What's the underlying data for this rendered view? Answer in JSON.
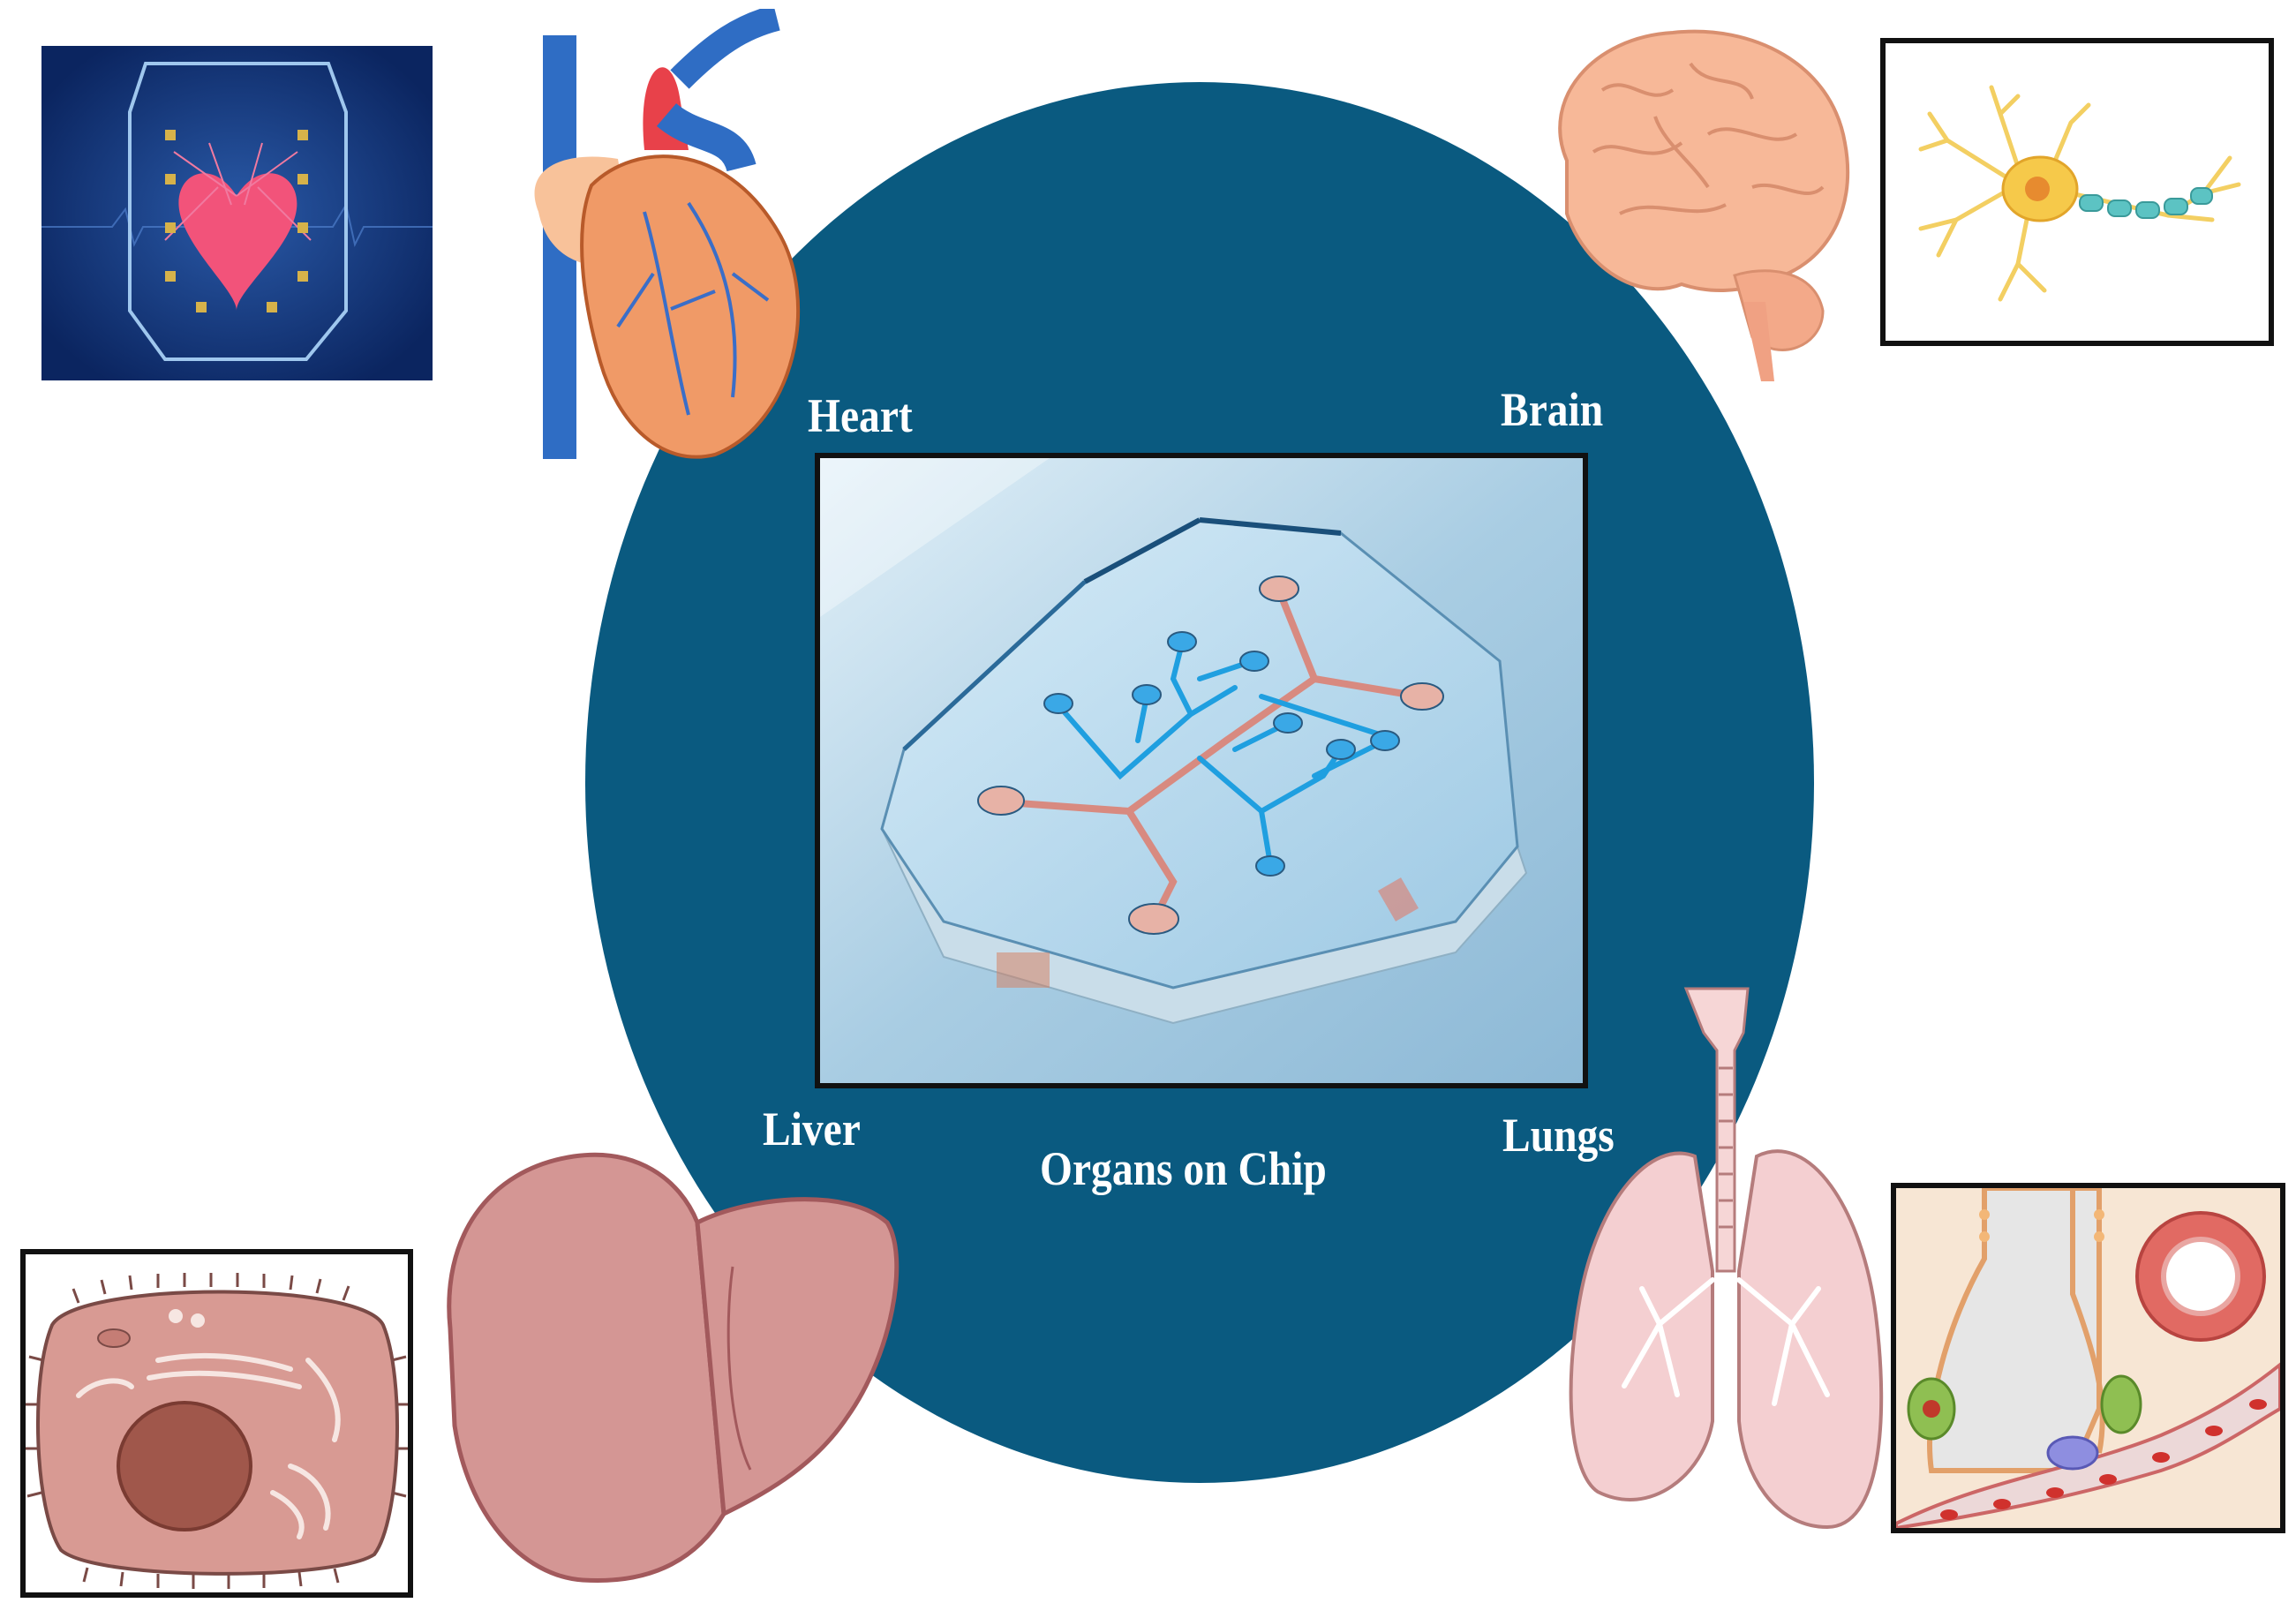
{
  "diagram": {
    "title": "Organs on Chip",
    "organs": {
      "heart": "Heart",
      "brain": "Brain",
      "liver": "Liver",
      "lungs": "Lungs"
    }
  },
  "colors": {
    "center_ellipse": "#0a5a80",
    "label_text": "#ffffff",
    "chip_blue_channels": "#1f9fe0",
    "chip_pink_channels": "#d88a80"
  },
  "icons": [
    "heart-chip-icon",
    "heart-icon",
    "brain-icon",
    "neuron-icon",
    "microfluidic-chip-icon",
    "liver-icon",
    "hepatocyte-icon",
    "lungs-icon",
    "alveolus-icon"
  ]
}
